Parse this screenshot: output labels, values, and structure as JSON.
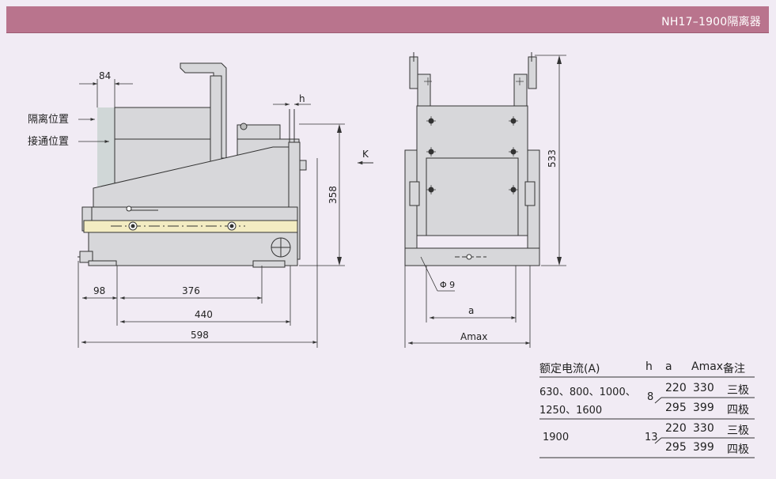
{
  "header": {
    "title": "NH17–1900隔离器"
  },
  "side_view": {
    "labels": {
      "isolate": "隔离位置",
      "connect": "接通位置"
    },
    "dims": {
      "top_width": "84",
      "h": "h",
      "height": "358",
      "d98": "98",
      "d376": "376",
      "d440": "440",
      "d598": "598"
    },
    "arrow_label": "K"
  },
  "front_view": {
    "dims": {
      "height": "533",
      "hole": "Φ 9",
      "a": "a",
      "amax": "Amax"
    }
  },
  "spec_table": {
    "headers": {
      "current": "额定电流(A)",
      "h": "h",
      "a": "a",
      "amax": "Amax",
      "note": "备注"
    },
    "group1": {
      "current_line1": "630、800、1000、",
      "current_line2": "1250、1600",
      "h": "8",
      "rows": [
        {
          "a": "220",
          "amax": "330",
          "note": "三极"
        },
        {
          "a": "295",
          "amax": "399",
          "note": "四极"
        }
      ]
    },
    "group2": {
      "current": "1900",
      "h": "13",
      "rows": [
        {
          "a": "220",
          "amax": "330",
          "note": "三极"
        },
        {
          "a": "295",
          "amax": "399",
          "note": "四极"
        }
      ]
    }
  },
  "colors": {
    "header_bg": "#b9748d",
    "page_bg": "#f1ebf4",
    "body_fill": "#d7d7da",
    "rail_fill": "#f3ecc2"
  }
}
